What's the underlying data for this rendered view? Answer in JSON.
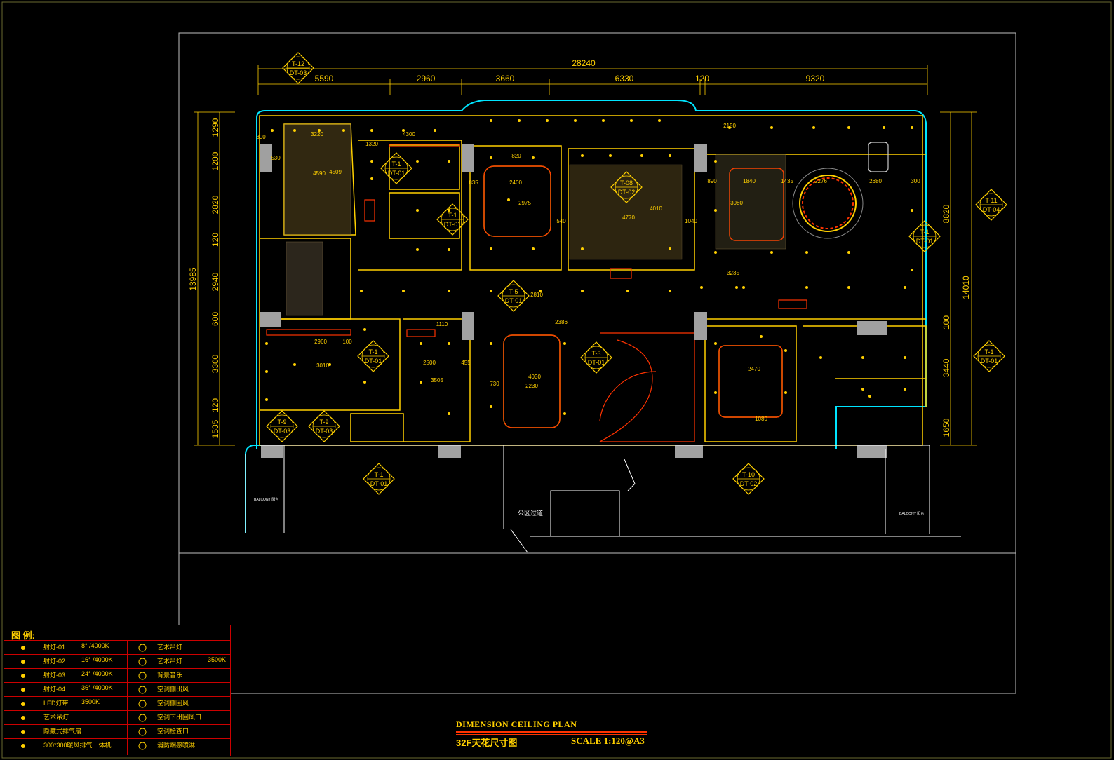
{
  "drawing": {
    "title_en": "DIMENSION CEILING PLAN",
    "title_cn": "32F天花尺寸图",
    "scale": "SCALE   1:120@A3"
  },
  "dimensions": {
    "top_total": "28240",
    "top_segments": [
      "5590",
      "2960",
      "3660",
      "6330",
      "120",
      "9320"
    ],
    "left_total": "13985",
    "left_segments": [
      "1290",
      "1200",
      "2820",
      "120",
      "2940",
      "600",
      "3300",
      "120",
      "1535"
    ],
    "right_total": "14010",
    "right_segments": [
      "8820",
      "100",
      "3440",
      "1650"
    ]
  },
  "inner_dims": [
    "3220",
    "4300",
    "1320",
    "530",
    "4509",
    "300",
    "2400",
    "2975",
    "835",
    "4770",
    "4010",
    "1040",
    "540",
    "820",
    "1840",
    "1435",
    "2276",
    "3080",
    "2680",
    "300",
    "890",
    "3235",
    "2150",
    "2960",
    "3010",
    "100",
    "2500",
    "3505",
    "1110",
    "455",
    "2230",
    "4030",
    "730",
    "2810",
    "2470",
    "1080",
    "4590",
    "2386"
  ],
  "tags": [
    {
      "top": "T-12",
      "bottom": "DT-03"
    },
    {
      "top": "T-1",
      "bottom": "DT-01"
    },
    {
      "top": "T-1",
      "bottom": "DT-01"
    },
    {
      "top": "T-08",
      "bottom": "DT-02"
    },
    {
      "top": "T-11",
      "bottom": "DT-04"
    },
    {
      "top": "T-1",
      "bottom": "DT-01"
    },
    {
      "top": "T-5",
      "bottom": "DT-01"
    },
    {
      "top": "T-1",
      "bottom": "DT-01"
    },
    {
      "top": "T-3",
      "bottom": "DT-01"
    },
    {
      "top": "T-1",
      "bottom": "DT-01"
    },
    {
      "top": "T-9",
      "bottom": "DT-03"
    },
    {
      "top": "T-9",
      "bottom": "DT-03"
    },
    {
      "top": "T-1",
      "bottom": "DT-01"
    },
    {
      "top": "T-10",
      "bottom": "DT-02"
    }
  ],
  "room_labels": {
    "corridor": "公区过道",
    "balcony_left": "BALCONY 阳台",
    "balcony_right": "BALCONY 阳台"
  },
  "legend": {
    "title": "图  例:",
    "rows": [
      {
        "left_icon": "spotlight-icon",
        "left_label": "射灯-01",
        "left_spec": "8° /4000K",
        "right_icon": "art-chandelier-icon",
        "right_label": "艺术吊灯",
        "right_spec": ""
      },
      {
        "left_icon": "spotlight-icon",
        "left_label": "射灯-02",
        "left_spec": "16° /4000K",
        "right_icon": "art-chandelier-round-icon",
        "right_label": "艺术吊灯",
        "right_spec": "3500K"
      },
      {
        "left_icon": "spotlight-icon",
        "left_label": "射灯-03",
        "left_spec": "24° /4000K",
        "right_icon": "speaker-icon",
        "right_label": "背景音乐",
        "right_spec": ""
      },
      {
        "left_icon": "spotlight-icon",
        "left_label": "射灯-04",
        "left_spec": "36° /4000K",
        "right_icon": "ac-outlet-icon",
        "right_label": "空调侧出风",
        "right_spec": ""
      },
      {
        "left_icon": "led-strip-icon",
        "left_label": "LED灯带",
        "left_spec": "3500K",
        "right_icon": "ac-return-icon",
        "right_label": "空调侧回风",
        "right_spec": ""
      },
      {
        "left_icon": "pendant-icon",
        "left_label": "艺术吊灯",
        "left_spec": "",
        "right_icon": "ac-bottom-return-icon",
        "right_label": "空调下出回风口",
        "right_spec": ""
      },
      {
        "left_icon": "exhaust-fan-icon",
        "left_label": "隐藏式排气扇",
        "left_spec": "",
        "right_icon": "ac-access-icon",
        "right_label": "空调检查口",
        "right_spec": ""
      },
      {
        "left_icon": "heater-icon",
        "left_label": "300*300暖风排气一体机",
        "left_spec": "",
        "right_icon": "smoke-sprinkler-icon",
        "right_label": "消防烟感喷淋",
        "right_spec": ""
      }
    ]
  },
  "colors": {
    "wall": "#ffd000",
    "partition": "#ff3300",
    "cyan": "#00e5ff",
    "white": "#ffffff",
    "frame": "#c8c8c8"
  }
}
